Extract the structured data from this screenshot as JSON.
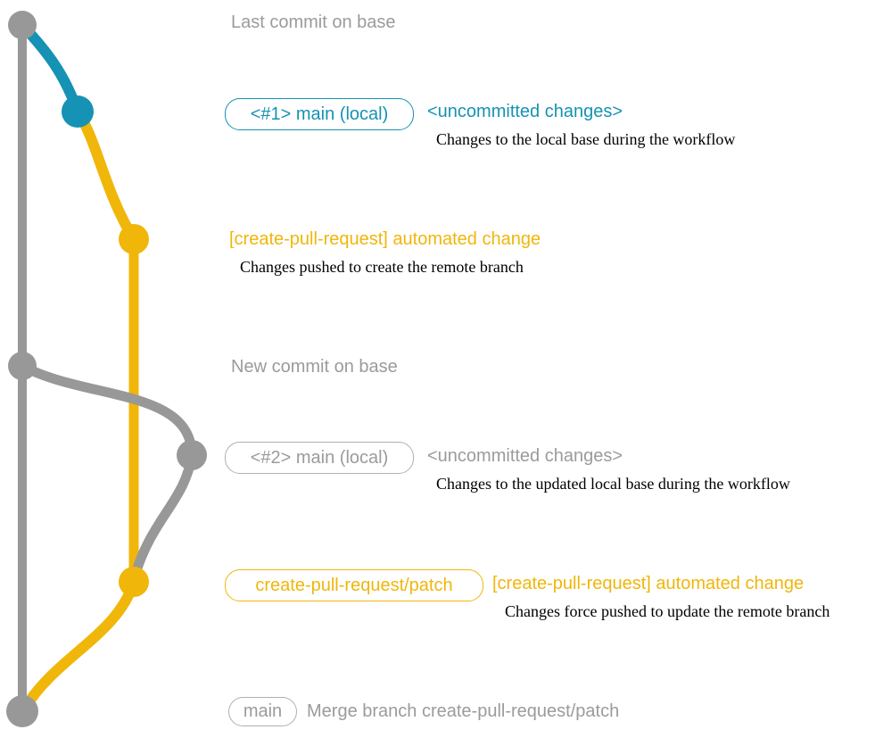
{
  "diagram_title": "create-pull-request git workflow diagram",
  "colors": {
    "gray": "#989898",
    "blue": "#1592b4",
    "yellow": "#f0b60a",
    "label_gray": "#9b9b9b",
    "badge_border_gray": "#b0b0b0",
    "description_black": "#000000"
  },
  "rows": {
    "r1": {
      "title": "Last commit on base"
    },
    "r2": {
      "badge": "<#1> main (local)",
      "note": "<uncommitted changes>",
      "desc": "Changes to the local base during the workflow"
    },
    "r3": {
      "note": "[create-pull-request] automated change",
      "desc": "Changes pushed to create the remote branch"
    },
    "r4": {
      "title": "New commit on base"
    },
    "r5": {
      "badge": "<#2> main (local)",
      "note": "<uncommitted changes>",
      "desc": "Changes to the updated local base during the workflow"
    },
    "r6": {
      "badge": "create-pull-request/patch",
      "note": "[create-pull-request] automated change",
      "desc": "Changes force pushed to update the remote branch"
    },
    "r7": {
      "badge": "main",
      "note": "Merge branch create-pull-request/patch"
    }
  }
}
